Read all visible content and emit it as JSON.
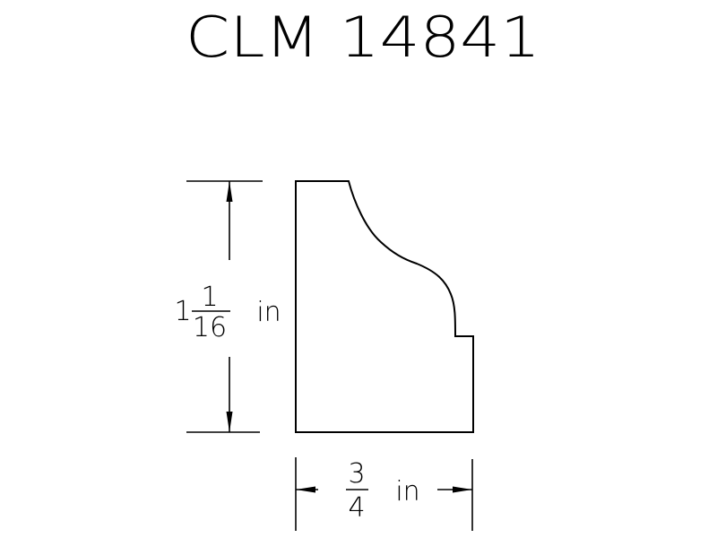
{
  "title": "CLM 14841",
  "height_dimension": {
    "whole": "1",
    "numerator": "1",
    "denominator": "16",
    "unit": "in"
  },
  "width_dimension": {
    "numerator": "3",
    "denominator": "4",
    "unit": "in"
  }
}
